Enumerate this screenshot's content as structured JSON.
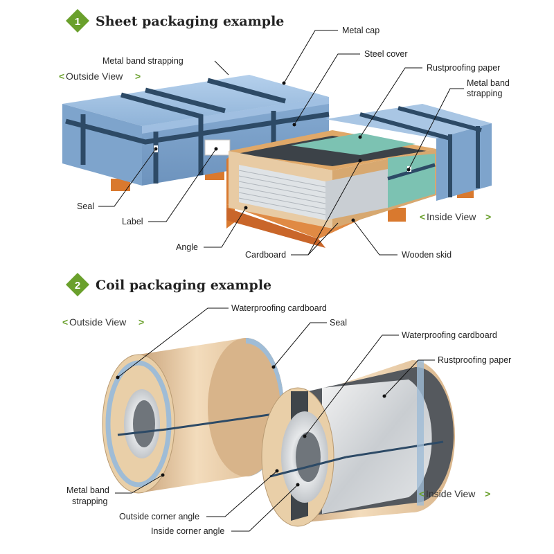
{
  "section1": {
    "number": "1",
    "title": "Sheet packaging example",
    "outside_view": "Outside View",
    "inside_view": "Inside View",
    "labels": {
      "metal_cap": "Metal cap",
      "steel_cover": "Steel cover",
      "rustproofing_paper": "Rustproofing paper",
      "metal_band_right_1": "Metal band",
      "metal_band_right_2": "strapping",
      "metal_band_top": "Metal band strapping",
      "seal": "Seal",
      "label": "Label",
      "angle": "Angle",
      "cardboard": "Cardboard",
      "wooden_skid": "Wooden skid"
    }
  },
  "section2": {
    "number": "2",
    "title": "Coil packaging example",
    "outside_view": "Outside View",
    "inside_view": "Inside View",
    "labels": {
      "waterproofing_1": "Waterproofing cardboard",
      "seal": "Seal",
      "waterproofing_2": "Waterproofing cardboard",
      "rustproofing_paper": "Rustproofing paper",
      "metal_band_1": "Metal band",
      "metal_band_2": "strapping",
      "outside_corner_angle": "Outside corner angle",
      "inside_corner_angle": "Inside corner angle"
    }
  },
  "colors": {
    "accent_green": "#6aa02c",
    "box_blue": "#8eb6dc",
    "strap": "#2d4a66",
    "wood": "#d9792e",
    "cardboard": "#e8c9a0"
  }
}
